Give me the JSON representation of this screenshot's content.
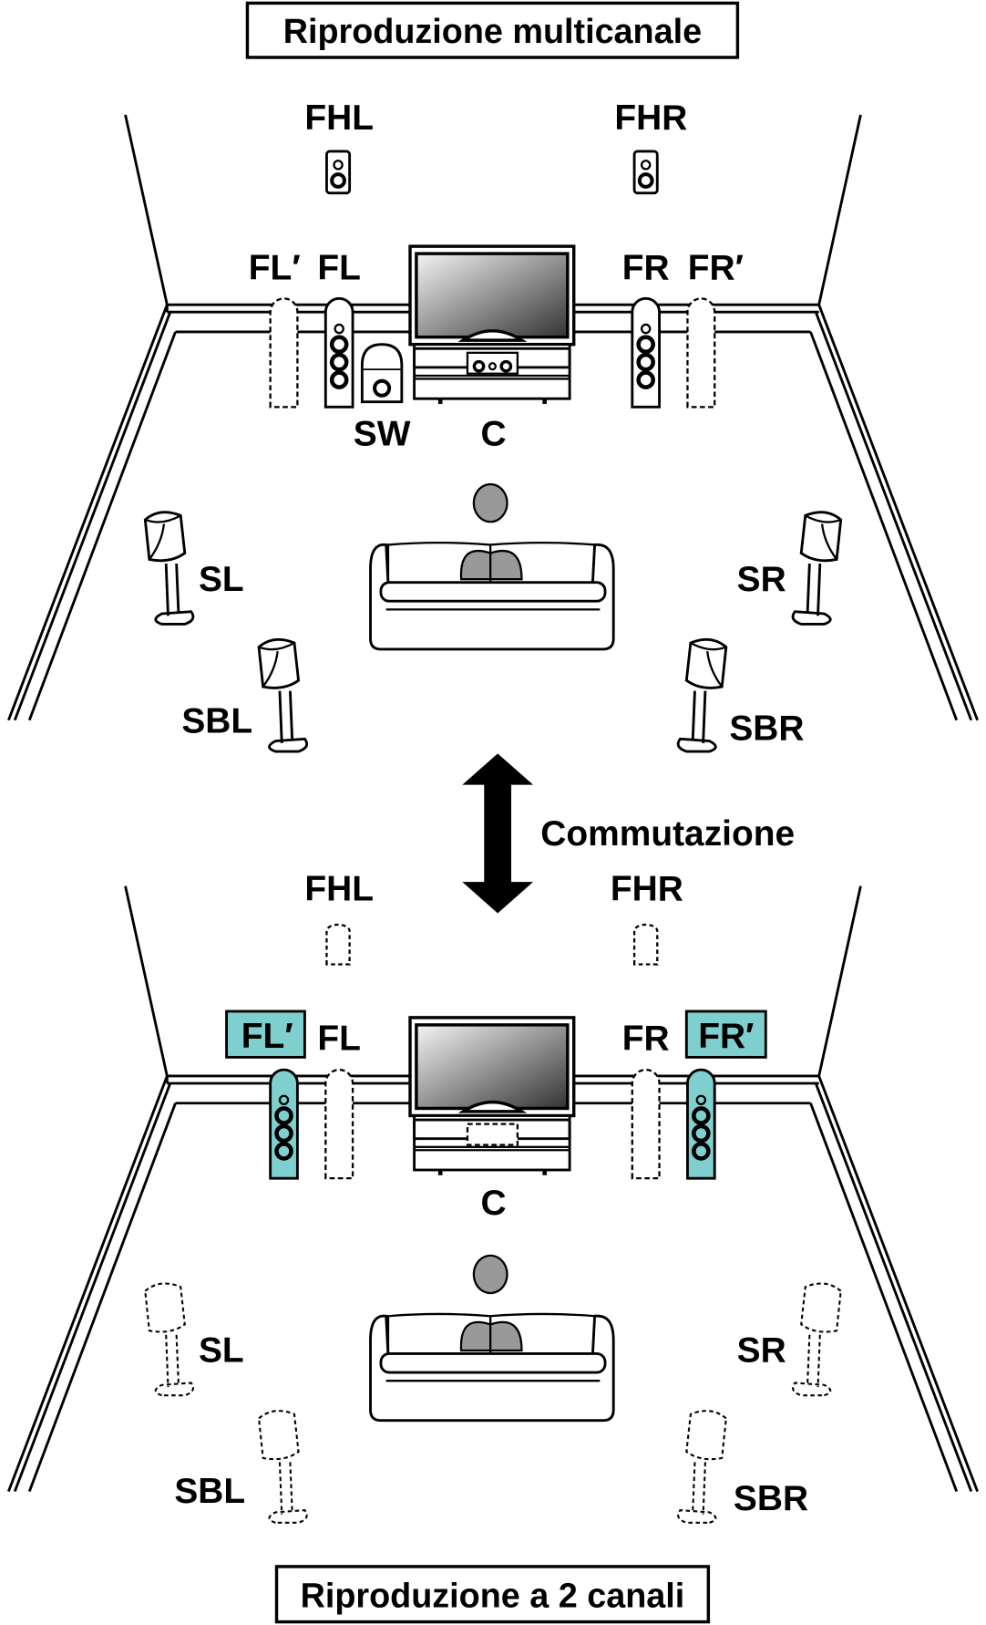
{
  "titles": {
    "top": "Riproduzione multicanale",
    "bottom": "Riproduzione a 2 canali"
  },
  "switch_label": "Commutazione",
  "colors": {
    "highlight": "#7fcfcf",
    "line": "#000000"
  },
  "top_layout": {
    "FHL": "FHL",
    "FHR": "FHR",
    "FLp": "FL′",
    "FL": "FL",
    "FR": "FR",
    "FRp": "FR′",
    "SW": "SW",
    "C": "C",
    "SL": "SL",
    "SR": "SR",
    "SBL": "SBL",
    "SBR": "SBR"
  },
  "bottom_layout": {
    "FHL": "FHL",
    "FHR": "FHR",
    "FLp": "FL′",
    "FL": "FL",
    "FR": "FR",
    "FRp": "FR′",
    "C": "C",
    "SL": "SL",
    "SR": "SR",
    "SBL": "SBL",
    "SBR": "SBR",
    "active_speakers": [
      "FL′",
      "FR′"
    ]
  }
}
